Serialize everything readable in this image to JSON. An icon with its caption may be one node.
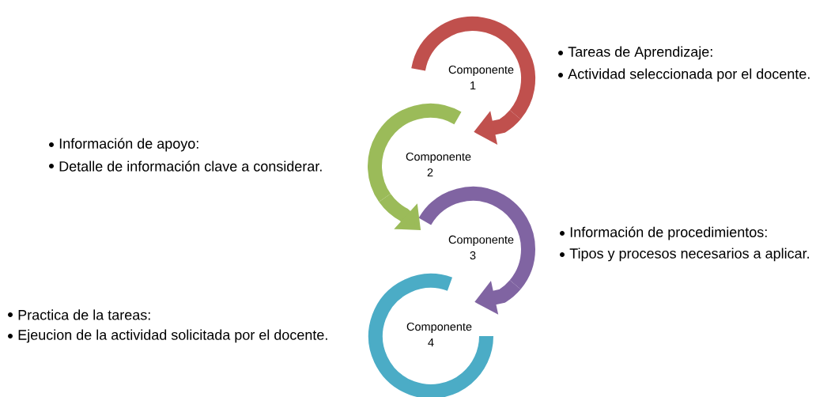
{
  "diagram": {
    "nodes": [
      {
        "text": [
          "Componente 1"
        ],
        "beside": [
          "Tareas de Aprendizaje:",
          "Actividad seleccionada por el docente."
        ]
      },
      {
        "text": [
          "Componente 2"
        ],
        "beside": [
          "Información de apoyo:",
          "Detalle de información clave a considerar."
        ]
      },
      {
        "text": [
          "Componente 3"
        ],
        "beside": [
          "Información de procedimientos:",
          "Tipos y procesos necesarios a aplicar."
        ]
      },
      {
        "text": [
          "Componente 4"
        ],
        "beside": [
          "Practica de la tareas:",
          "Ejeucion de la actividad solicitada por el docente."
        ]
      }
    ],
    "edges": [
      {
        "from": 0,
        "to": 1,
        "arrow": "to",
        "color": "#c0504d"
      },
      {
        "from": 1,
        "to": 2,
        "arrow": "to",
        "color": "#9bbb59"
      },
      {
        "from": 2,
        "to": 3,
        "arrow": "to",
        "color": "#8064a2"
      }
    ]
  }
}
